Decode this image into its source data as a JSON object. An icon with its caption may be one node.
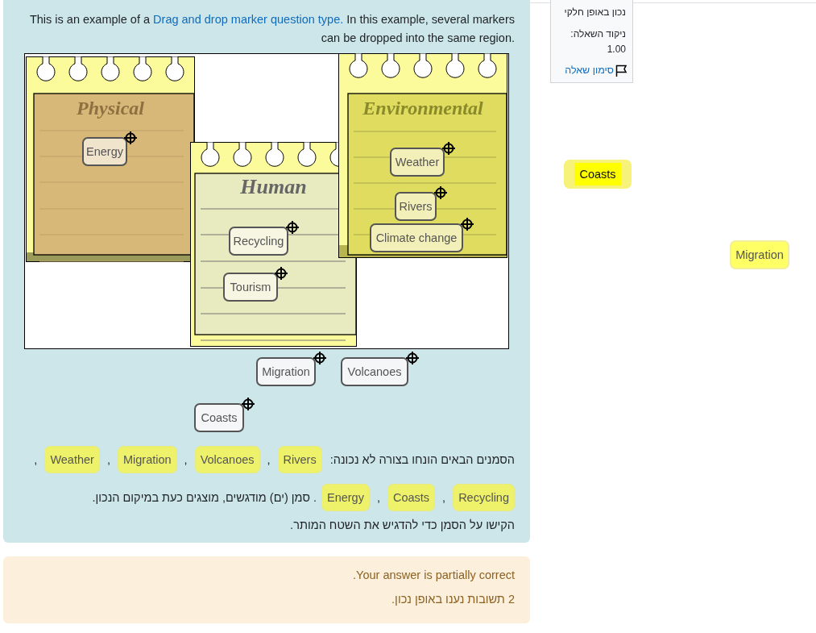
{
  "diagram": {
    "nodes": [
      {
        "text": [
          "Physical"
        ]
      },
      {
        "text": [
          "Environmental"
        ]
      },
      {
        "text": [
          "Human"
        ]
      },
      {
        "text": [
          "Energy"
        ],
        "in": 0
      },
      {
        "text": [
          "Weather"
        ],
        "in": 1
      },
      {
        "text": [
          "Rivers"
        ],
        "in": 1
      },
      {
        "text": [
          "Climate change"
        ],
        "in": 1
      },
      {
        "text": [
          "Recycling"
        ],
        "in": 2
      },
      {
        "text": [
          "Tourism"
        ],
        "in": 2
      },
      {
        "text": [
          "Migration"
        ]
      },
      {
        "text": [
          "Volcanoes"
        ]
      },
      {
        "text": [
          "Coasts"
        ]
      },
      {
        "text": [
          "Coasts"
        ]
      },
      {
        "text": [
          "Migration"
        ]
      }
    ],
    "labels": [
      "נכון באופן חלקי",
      "ניקוד השאלה: 1.00",
      "סימון שאלה",
      "This is an example of a",
      "Drag and drop marker question type.",
      "In this example, several markers can be dropped into the same region.",
      "הסמנים הבאים הונחו בצורה לא נכונה:",
      "Rivers",
      ",",
      "Volcanoes",
      ",",
      "Migration",
      ",",
      "Weather",
      ",",
      "Recycling",
      ",",
      "Coasts",
      ",",
      "Energy",
      ". סמן (ים) מודגשים, מוצגים כעת במיקום הנכון.",
      "הקישו על הסמן כדי להדגיש את השטח המותר.",
      "Your answer is partially correct.",
      "2 תשובות נענו באופן נכון."
    ]
  }
}
